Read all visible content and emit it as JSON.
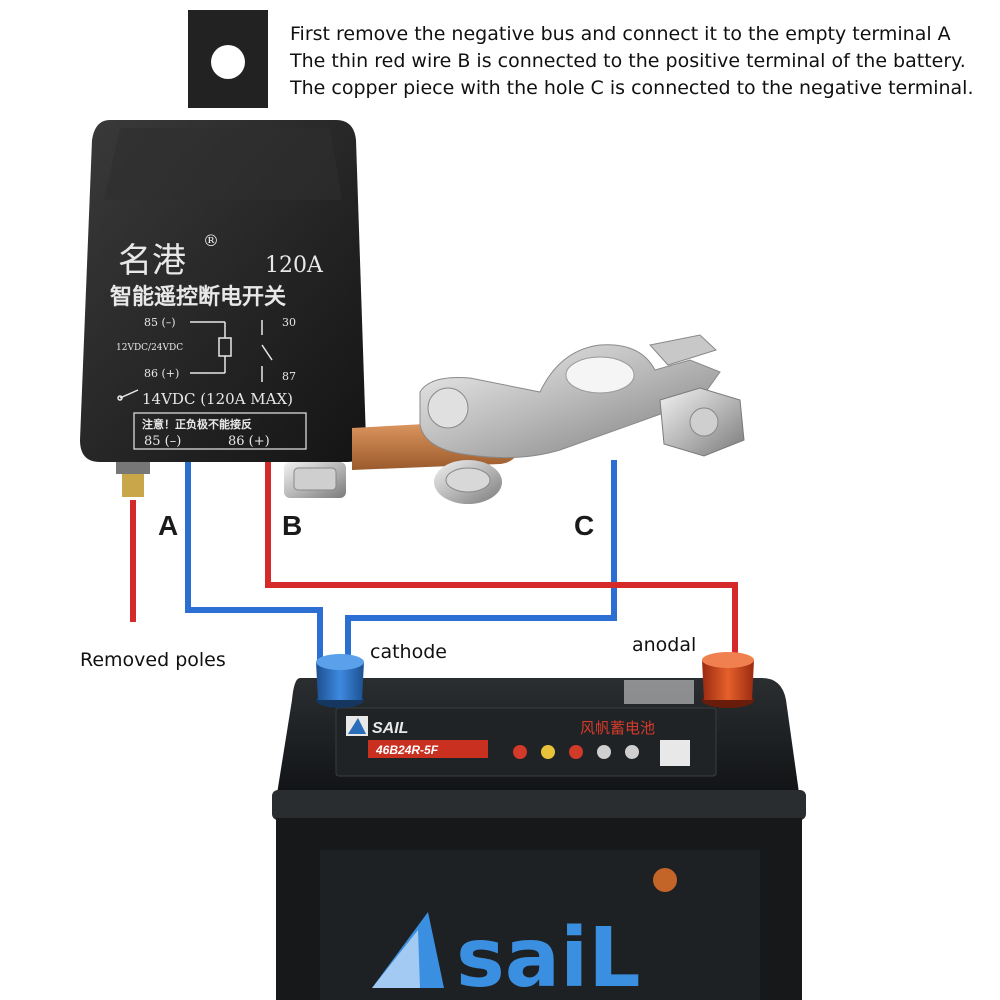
{
  "instructions": [
    "First remove the negative bus and connect it to the empty terminal A",
    "The thin red wire B is connected to the positive terminal of the battery.",
    "The copper piece with the hole C is connected to the negative terminal."
  ],
  "terminal_labels": {
    "a": "A",
    "b": "B",
    "c": "C"
  },
  "labels": {
    "removed_poles": "Removed poles",
    "cathode": "cathode",
    "anodal": "anodal"
  },
  "relay": {
    "brand": "名港",
    "registered": "®",
    "rating": "120A",
    "product_name": "智能遥控断电开关",
    "pin_85": "85 (–)",
    "pin_86": "86 (+)",
    "pin_30": "30",
    "pin_87": "87",
    "coil_voltage": "12VDC/24VDC",
    "spec": "14VDC  (120A MAX)",
    "warning": "注意！正负极不能接反",
    "bottom_85": "85 (–)",
    "bottom_86": "86 (+)"
  },
  "battery": {
    "brand_small": "SAIL",
    "brand_cn": "风帆蓄电池",
    "model": "46B24R-5F",
    "brand_large": "saiL"
  },
  "colors": {
    "wire_red": "#d42a2a",
    "wire_blue": "#2a6fd1",
    "relay_body": "#1f1f1f",
    "copper": "#c07a45",
    "battery_body": "#1a1c1e",
    "terminal_negative": "#2a6db8",
    "terminal_positive": "#d2471e"
  }
}
